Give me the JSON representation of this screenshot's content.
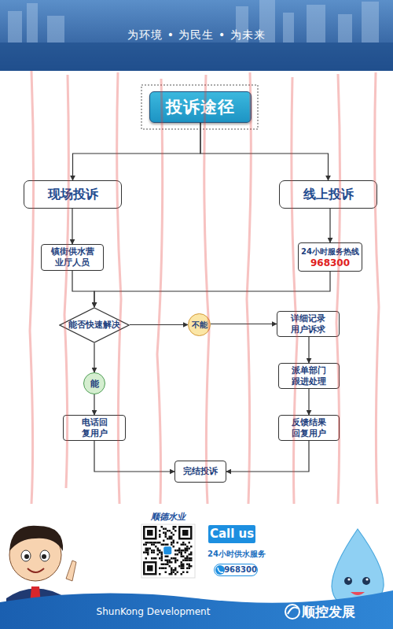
{
  "diagram": {
    "nodes": [
      {
        "text": [
          "投诉途径"
        ]
      },
      {
        "text": [
          "现场投诉"
        ]
      },
      {
        "text": [
          "线上投诉"
        ]
      },
      {
        "text": [
          "镇街供水营业厅人员"
        ]
      },
      {
        "text": [
          "24小时服务热线",
          "968300"
        ]
      },
      {
        "text": [
          "能否快速解决"
        ]
      },
      {
        "text": [
          "不能"
        ]
      },
      {
        "text": [
          "详细记录用户诉求"
        ]
      },
      {
        "text": [
          "能"
        ]
      },
      {
        "text": [
          "派单部门跟进处理"
        ]
      },
      {
        "text": [
          "电话回复用户"
        ]
      },
      {
        "text": [
          "反馈结果回复用户"
        ]
      },
      {
        "text": [
          "完结投诉"
        ]
      }
    ],
    "edges": [
      {
        "from": 0,
        "to": 1,
        "arrow": "to"
      },
      {
        "from": 0,
        "to": 2,
        "arrow": "to"
      },
      {
        "from": 1,
        "to": 3,
        "arrow": "to"
      },
      {
        "from": 2,
        "to": 4,
        "arrow": "to"
      },
      {
        "from": 3,
        "to": 5,
        "arrow": "to"
      },
      {
        "from": 4,
        "to": 5,
        "arrow": "to"
      },
      {
        "from": 5,
        "to": 6,
        "arrow": "to"
      },
      {
        "from": 6,
        "to": 7,
        "arrow": "to"
      },
      {
        "from": 5,
        "to": 8,
        "arrow": "to"
      },
      {
        "from": 8,
        "to": 10,
        "arrow": "to"
      },
      {
        "from": 7,
        "to": 9,
        "arrow": "to"
      },
      {
        "from": 9,
        "to": 11,
        "arrow": "to"
      },
      {
        "from": 10,
        "to": 12,
        "arrow": "to"
      },
      {
        "from": 11,
        "to": 12,
        "arrow": "to"
      }
    ],
    "labels": [
      "为环境 • 为民生 • 为未来",
      "顺德水业",
      "Call us",
      "24小时供水服务",
      "968300",
      "ShunKong Development",
      "顺控发展"
    ]
  }
}
